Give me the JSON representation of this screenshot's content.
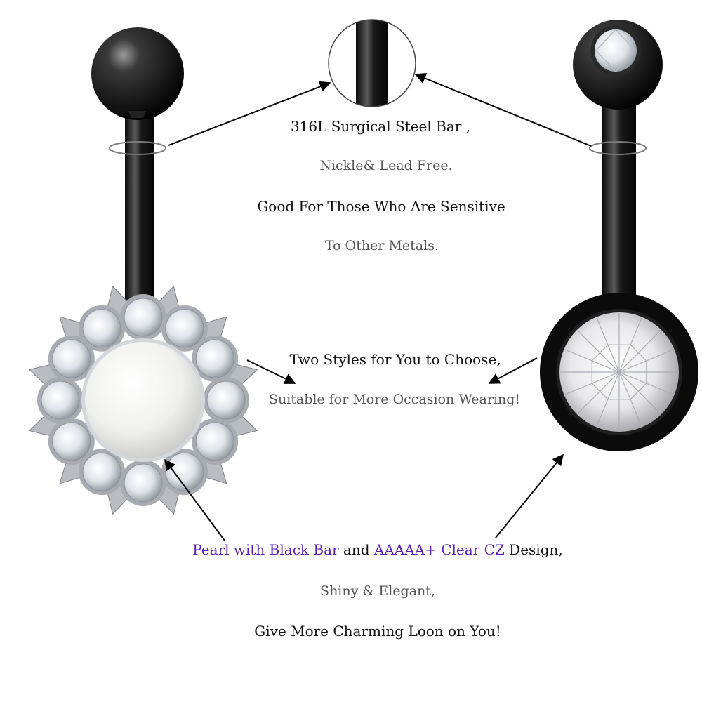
{
  "text": {
    "line1": "316L Surgical Steel Bar ,",
    "line2": "Nickle& Lead Free.",
    "line3": "Good For Those Who Are Sensitive",
    "line4": "To Other Metals.",
    "line5": "Two Styles for You to Choose,",
    "line6": "Suitable for More Occasion Wearing!",
    "line7_part1": "Pearl with Black Bar",
    "line7_part2": " and ",
    "line7_part3": "AAAAA+ Clear CZ",
    "line7_part4": "  Design,",
    "line8": "Shiny & Elegant,",
    "line9": "Give More Charming Loon on You!"
  },
  "colors": {
    "text_dark": "#111111",
    "text_gray": "#555555",
    "text_purple": "#5a1fb4",
    "black_metal": "#1a1a1a",
    "silver": "#c9ccd1",
    "pearl": "#f4f4f2"
  },
  "icons": {
    "left_product": "pearl-flower-belly-ring",
    "right_product": "black-crystal-belly-ring",
    "zoom": "bar-closeup-circle"
  }
}
